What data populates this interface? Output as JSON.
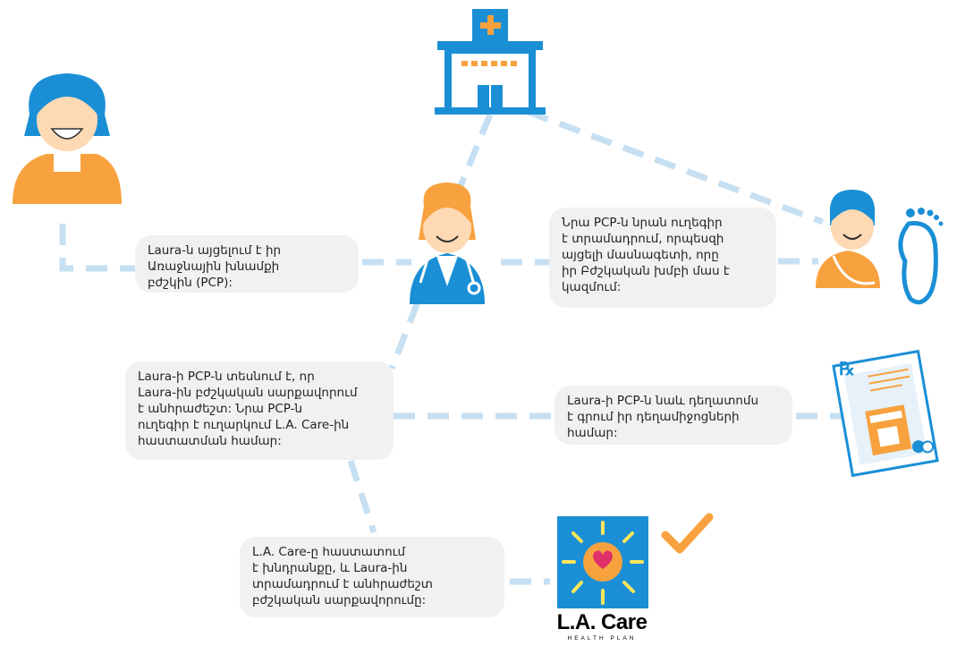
{
  "steps": {
    "visit_pcp": "Laura-ն այցելում է իր\nԱռաջնային խնամքի\nբժշկին (PCP):",
    "specialist_referral": "Նրա PCP-ն նրան ուղեգիր\nէ տրամադրում, որպեսզի\nայցելի մասնագետի, որը\nիր Բժշկական խմբի մաս է\nկազմում:",
    "needs_care": "Laura-ի PCP-ն տեսնում է, որ\nLaura-ին բժշկական սարքավորում\nէ անհրաժեշտ: Նրա PCP-ն\nուղեգիր է ուղարկում L.A. Care-ին\nհաստատման համար:",
    "prescription": "Laura-ի PCP-ն նաև դեղատոմս\nէ գրում իր դեղամիջոցների\nհամար:",
    "approval": "L.A. Care-ը հաստատում\nէ խնդրանքը, և Laura-ին\nտրամադրում է անհրաժեշտ\nբժշկական սարքավորումը:"
  },
  "logo": {
    "name": "L.A. Care",
    "tagline": "HEALTH PLAN"
  },
  "rx_symbol": "℞",
  "icons": [
    "patient-icon",
    "hospital-icon",
    "doctor-icon",
    "specialist-icon",
    "prescription-icon",
    "la-care-logo",
    "checkmark-icon"
  ],
  "colors": {
    "blue": "#1a8fd6",
    "orange": "#f7a23e",
    "skin": "#fdd9b4",
    "connector": "#c6dff2",
    "bubble": "#f1f1f1"
  }
}
